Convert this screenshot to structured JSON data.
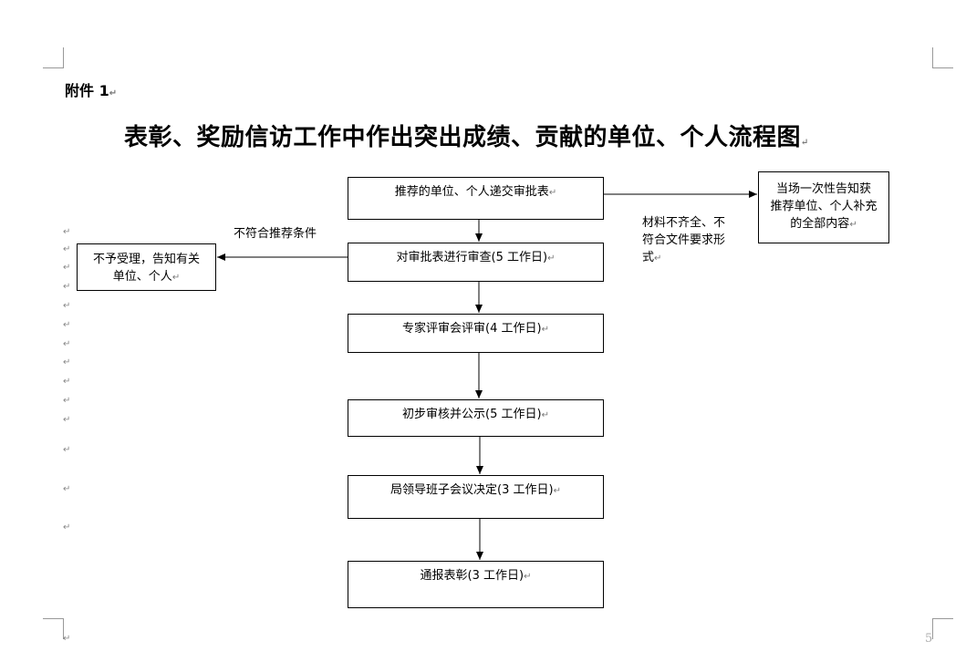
{
  "attachment_label": "附件 1",
  "title": "表彰、奖励信访工作中作出突出成绩、贡献的单位、个人流程图",
  "paragraph_mark": "↵",
  "page_number": "5",
  "flow": {
    "step1": "推荐的单位、个人递交审批表",
    "step2": "对审批表进行审查(5 工作日)",
    "step3": "专家评审会评审(4 工作日)",
    "step4": "初步审核并公示(5 工作日)",
    "step5": "局领导班子会议决定(3 工作日)",
    "step6": "通报表彰(3 工作日)"
  },
  "left_branch": {
    "condition": "不符合推荐条件",
    "result_line1": "不予受理，告知有关",
    "result_line2": "单位、个人"
  },
  "right_branch": {
    "condition_line1": "材料不齐全、不",
    "condition_line2": "符合文件要求形",
    "condition_line3": "式",
    "result_line1": "当场一次性告知获",
    "result_line2": "推荐单位、个人补充",
    "result_line3": "的全部内容"
  }
}
